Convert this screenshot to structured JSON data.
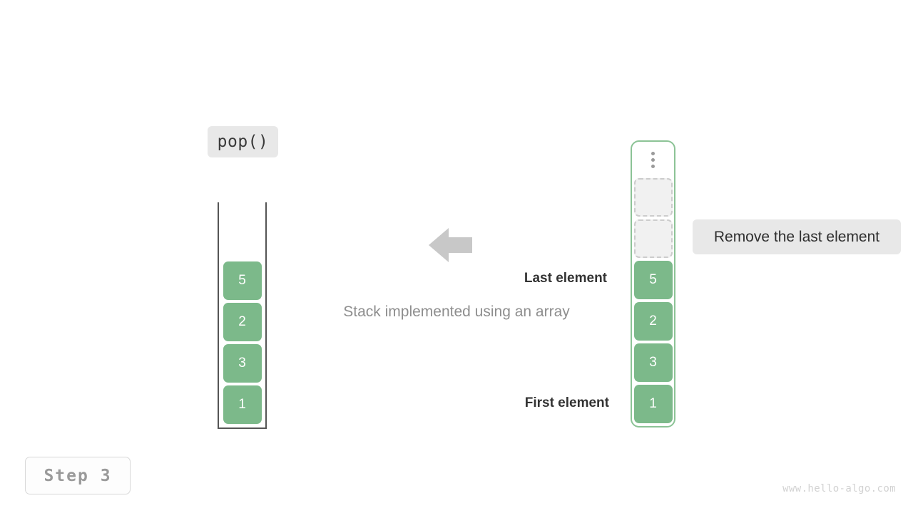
{
  "operation": {
    "label": "pop()"
  },
  "action": {
    "label": "Remove the last element"
  },
  "caption": {
    "text": "Stack implemented using an array"
  },
  "annotations": {
    "last_element": "Last element",
    "first_element": "First element"
  },
  "step": {
    "label": "Step 3"
  },
  "watermark": {
    "text": "www.hello-algo.com"
  },
  "arrow": {
    "direction": "left",
    "color": "#c8c8c8"
  },
  "colors": {
    "cell_fill": "#7cb98a",
    "cell_text": "#ffffff",
    "empty_fill": "#f1f1f1",
    "empty_border": "#cccccc",
    "array_border": "#8cc396",
    "stack_border": "#555555",
    "pill_bg": "#e8e8e8"
  },
  "stack": {
    "name": "stack-implemented-as-array",
    "cells": [
      {
        "value": "5",
        "state": "filled"
      },
      {
        "value": "2",
        "state": "filled"
      },
      {
        "value": "3",
        "state": "filled"
      },
      {
        "value": "1",
        "state": "filled"
      }
    ]
  },
  "array": {
    "name": "underlying-array",
    "ellipsis": "⋮",
    "cells": [
      {
        "value": "",
        "state": "empty"
      },
      {
        "value": "",
        "state": "empty"
      },
      {
        "value": "5",
        "state": "filled"
      },
      {
        "value": "2",
        "state": "filled"
      },
      {
        "value": "3",
        "state": "filled"
      },
      {
        "value": "1",
        "state": "filled"
      }
    ]
  }
}
